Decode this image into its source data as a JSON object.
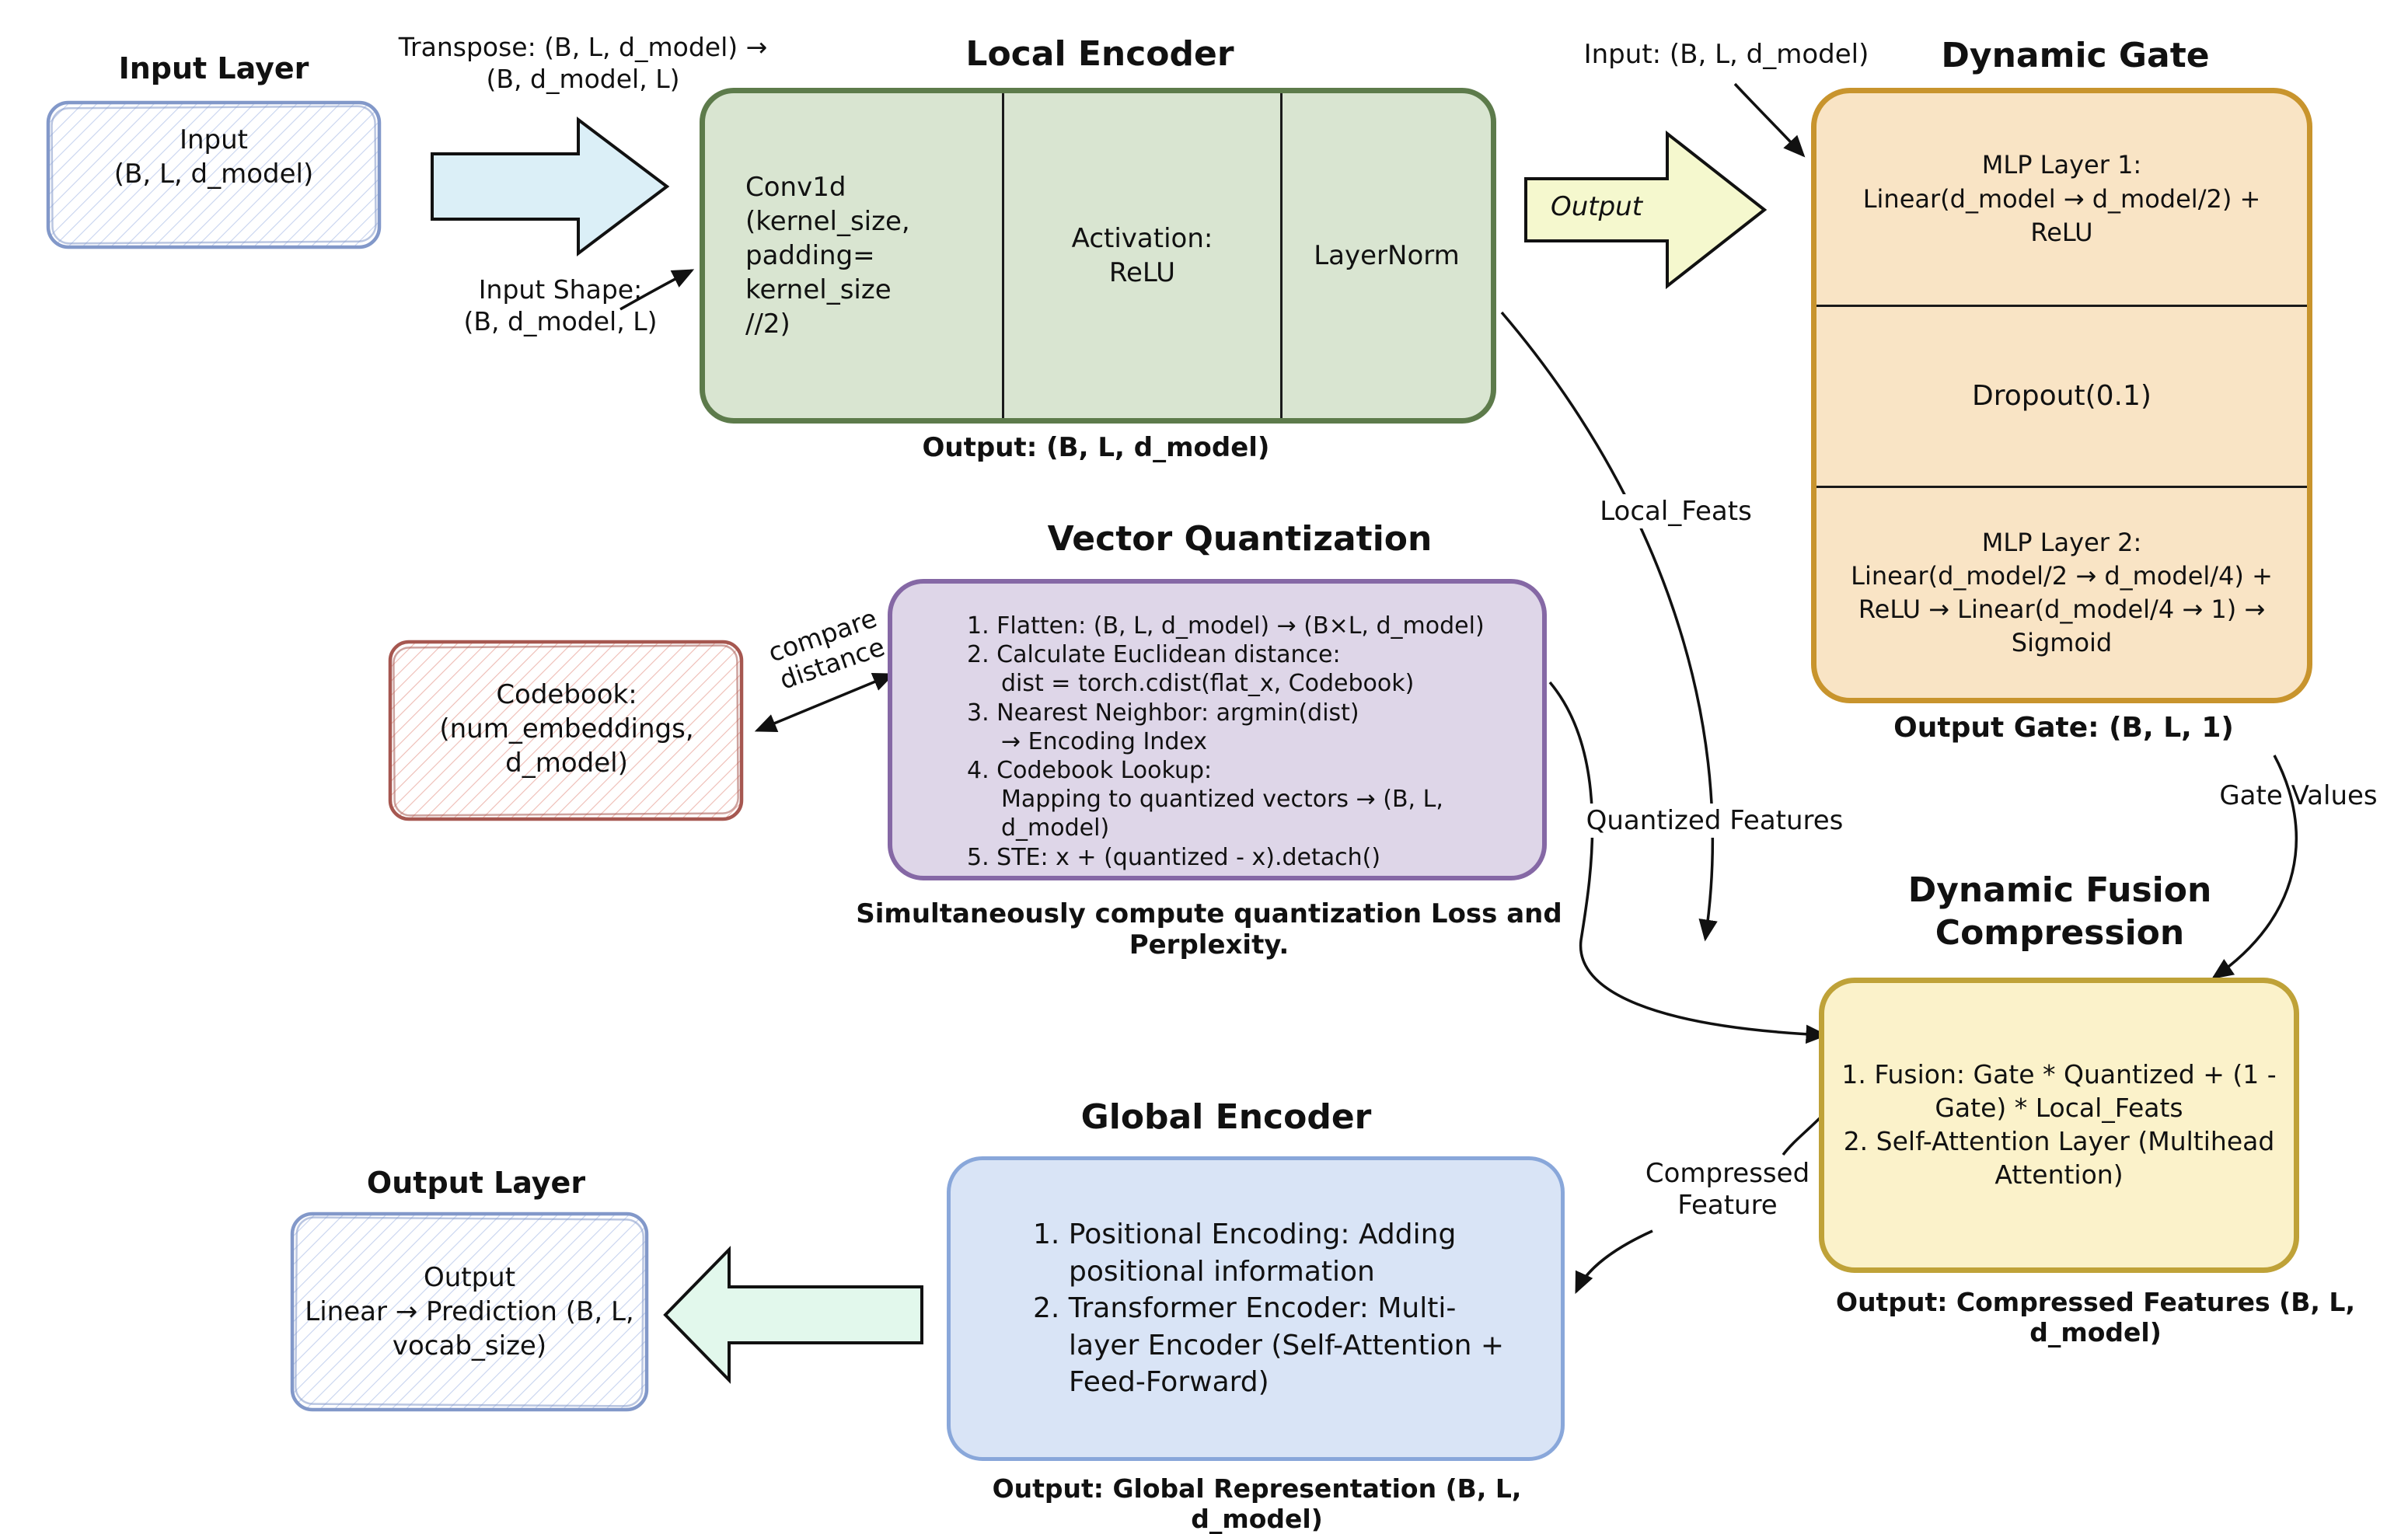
{
  "input_layer": {
    "title": "Input Layer",
    "body": "Input\n(B, L, d_model)"
  },
  "transpose_label": "Transpose: (B, L, d_model) →\n(B, d_model, L)",
  "input_shape_label": "Input Shape:\n(B, d_model, L)",
  "local_encoder": {
    "title": "Local Encoder",
    "cells": [
      "Conv1d\n(kernel_size,\npadding=\nkernel_size\n//2)",
      "Activation:\nReLU",
      "LayerNorm"
    ],
    "output_caption": "Output: (B, L, d_model)"
  },
  "gate_input_label": "Input: (B, L, d_model)",
  "output_arrow_label": "Output",
  "dynamic_gate": {
    "title": "Dynamic Gate",
    "rows": [
      "MLP Layer 1:\nLinear(d_model → d_model/2) +\nReLU",
      "Dropout(0.1)",
      "MLP Layer 2:\nLinear(d_model/2 → d_model/4) +\nReLU → Linear(d_model/4 → 1) →\nSigmoid"
    ],
    "output_caption": "Output Gate: (B, L, 1)"
  },
  "local_feats_label": "Local_Feats",
  "vector_quantization": {
    "title": "Vector Quantization",
    "steps": [
      "1. Flatten: (B, L, d_model) → (B×L, d_model)",
      "2. Calculate Euclidean distance:\ndist = torch.cdist(flat_x, Codebook)",
      "3. Nearest Neighbor: argmin(dist)\n→ Encoding Index",
      "4. Codebook Lookup:\nMapping to quantized vectors → (B, L, d_model)",
      "5. STE: x + (quantized - x).detach()"
    ],
    "caption": "Simultaneously compute quantization Loss and Perplexity."
  },
  "codebook": {
    "body": "Codebook:\n(num_embeddings,\nd_model)",
    "arrow_label": "compare\ndistance"
  },
  "quantized_features_label": "Quantized Features",
  "gate_values_label": "Gate Values",
  "dynamic_fusion": {
    "title": "Dynamic Fusion\nCompression",
    "steps": [
      "1. Fusion: Gate * Quantized + (1 -\nGate) * Local_Feats",
      "2. Self-Attention Layer (Multihead\nAttention)"
    ],
    "output_caption": "Output: Compressed Features (B, L, d_model)"
  },
  "compressed_feature_label": "Compressed\nFeature",
  "global_encoder": {
    "title": "Global Encoder",
    "steps": [
      "1. Positional Encoding: Adding\npositional information",
      "2. Transformer Encoder: Multi-\nlayer Encoder (Self-Attention +\nFeed-Forward)"
    ],
    "output_caption": "Output: Global Representation (B, L, d_model)"
  },
  "output_layer": {
    "title": "Output Layer",
    "body": "Output\nLinear → Prediction (B, L,\nvocab_size)"
  },
  "palette": {
    "sketch_blue_stroke": "#8298c9",
    "sketch_blue_hatch": "#c7d3ef",
    "sketch_red_stroke": "#a65750",
    "sketch_red_hatch": "#eebbb4",
    "local_encoder_fill": "#d9e5d1",
    "local_encoder_border": "#5d7b4b",
    "dynamic_gate_fill": "#f9e4c5",
    "dynamic_gate_border": "#c8942d",
    "vq_fill": "#ded6e8",
    "vq_border": "#8568a5",
    "fusion_fill": "#fbf2ca",
    "fusion_border": "#bfa238",
    "global_fill": "#d9e4f6",
    "global_border": "#89a7da",
    "arrow_blue_fill": "#dbeff7",
    "arrow_yellow_fill": "#f5f8ce",
    "arrow_mint_fill": "#e2f8ec"
  }
}
